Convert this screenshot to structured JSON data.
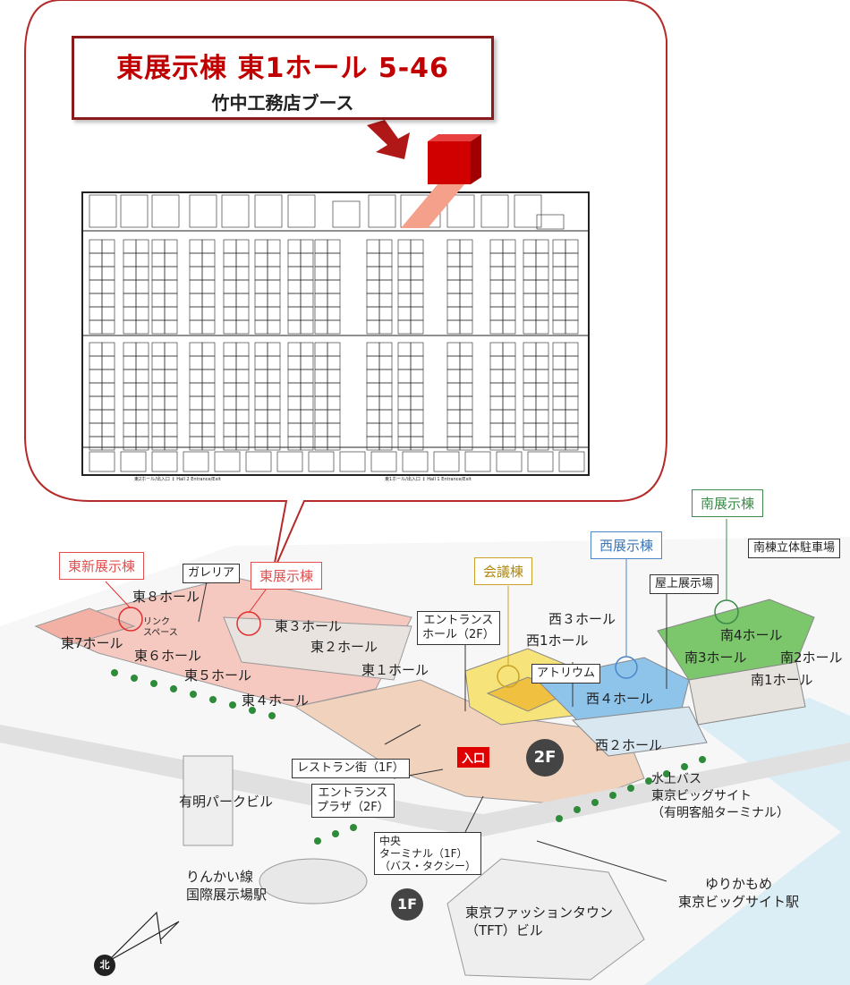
{
  "callout": {
    "title": "東展示棟 東1ホール 5-46",
    "subtitle": "竹中工務店ブース"
  },
  "floor_plan": {
    "hall2_exit": "東2ホール/出入口 ↕ Hall 2 Entrance/Exit",
    "hall1_exit": "東1ホール/出入口 ↕ Hall 1 Entrance/Exit"
  },
  "buildings": {
    "east_new": "東新展示棟",
    "east": "東展示棟",
    "conference": "会議棟",
    "west": "西展示棟",
    "south": "南展示棟"
  },
  "halls": {
    "e8": "東８ホール",
    "e7": "東7ホール",
    "e6": "東６ホール",
    "e5": "東５ホール",
    "e4": "東４ホール",
    "e3": "東３ホール",
    "e2": "東２ホール",
    "e1": "東１ホール",
    "w3": "西３ホール",
    "w1": "西1ホール",
    "w4": "西４ホール",
    "w2": "西２ホール",
    "s4": "南4ホール",
    "s3": "南3ホール",
    "s2": "南2ホール",
    "s1": "南1ホール",
    "link_space": "リンク\nスペース"
  },
  "labels": {
    "galleria": "ガレリア",
    "entrance_hall": "エントランス\nホール（2F）",
    "atrium": "アトリウム",
    "rooftop": "屋上展示場",
    "south_parking": "南棟立体駐車場",
    "restaurant": "レストラン街（1F）",
    "entrance_plaza": "エントランス\nプラザ（2F）",
    "central_terminal": "中央\nターミナル（1F）\n（バス・タクシー）",
    "entrance": "入口",
    "ariake_park": "有明パークビル",
    "rinkai": "りんかい線\n国際展示場駅",
    "water_bus": "水上バス\n東京ビッグサイト\n（有明客船ターミナル）",
    "yurikamome": "ゆりかもめ\n東京ビッグサイト駅",
    "tft": "東京ファッションタウン\n（TFT）ビル",
    "floor2": "2F",
    "floor1": "1F",
    "north": "北"
  },
  "colors": {
    "callout_border": "#b52a2a",
    "east_red": "#e05050",
    "conference_gold": "#c9a227",
    "west_blue": "#4a86c8",
    "south_green": "#3d8b4a"
  }
}
